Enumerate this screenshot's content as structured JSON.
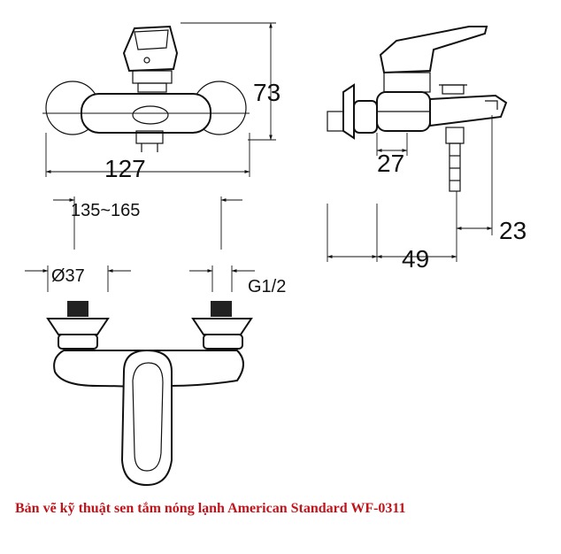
{
  "dimensions": {
    "height": "73",
    "width": "127",
    "depth": "27",
    "center_distance": "135~165",
    "projection": "49",
    "spout_offset": "23",
    "diameter": "Ø37",
    "thread": "G1/2"
  },
  "caption": "Bản vẽ kỹ thuật sen tắm nóng lạnh American Standard WF-0311",
  "colors": {
    "caption": "#c0141b",
    "lines": "#111111"
  }
}
